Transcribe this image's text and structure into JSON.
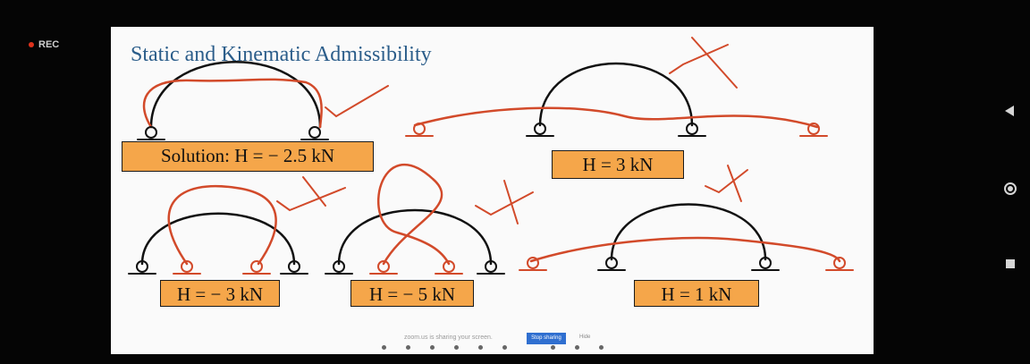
{
  "recording": {
    "label": "REC"
  },
  "slide": {
    "title": "Static and Kinematic Admissibility",
    "boxes": {
      "solution": "Solution: H = − 2.5 kN",
      "h_plus3": "H =  3 kN",
      "h_minus3": "H = − 3 kN",
      "h_minus5": "H = − 5 kN",
      "h_plus1": "H = 1 kN"
    }
  },
  "share_bar": {
    "caption": "zoom.us is sharing your screen.",
    "stop_label": "Stop sharing",
    "hide_label": "Hide"
  },
  "colors": {
    "title": "#2b5d8a",
    "box": "#f5a64a",
    "pen": "#d24a2a",
    "stop": "#2f6fd0"
  },
  "nav_icons": [
    "back-icon",
    "home-icon",
    "recents-icon"
  ]
}
